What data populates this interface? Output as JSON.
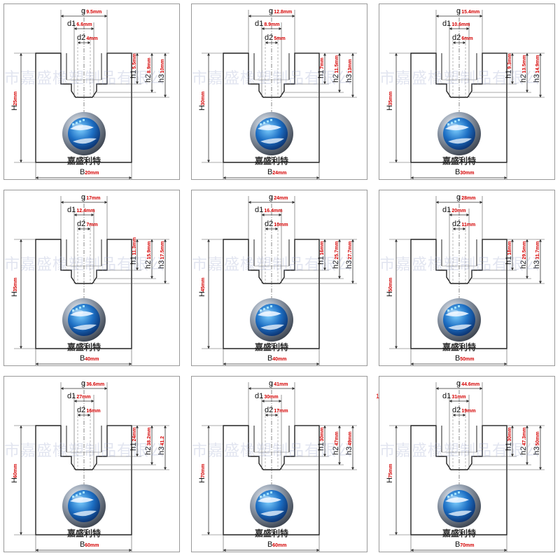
{
  "labels": {
    "g": "g",
    "d1": "d1",
    "d2": "d2",
    "h1": "h1",
    "h2": "h2",
    "h3": "h3",
    "H": "H",
    "B": "B"
  },
  "watermark": "市嘉盛橡塑制品有限公",
  "brand_text": "嘉盛利特",
  "logo_icon": "globe-logo-icon",
  "colors": {
    "value": "#d40000",
    "outline": "#222222",
    "dim": "#444444",
    "watermark": "#a0a8c8"
  },
  "stray_mark": "1",
  "panels": [
    {
      "g": "9.5mm",
      "d1": "6.6mm",
      "d2": "4mm",
      "h1": "5.5mm",
      "h2": "8.9mm",
      "h3": "10mm",
      "H": "25mm",
      "B": "20mm"
    },
    {
      "g": "12.8mm",
      "d1": "8.9mm",
      "d2": "5mm",
      "h1": "7mm",
      "h2": "11.5mm",
      "h3": "13mm",
      "H": "30mm",
      "B": "24mm"
    },
    {
      "g": "15.4mm",
      "d1": "10.6mm",
      "d2": "6mm",
      "h1": "9.3mm",
      "h2": "13.5mm",
      "h3": "14.9mm",
      "H": "35mm",
      "B": "30mm"
    },
    {
      "g": "17mm",
      "d1": "12.4mm",
      "d2": "7mm",
      "h1": "11.3mm",
      "h2": "15.9mm",
      "h3": "17.5mm",
      "H": "35mm",
      "B": "40mm"
    },
    {
      "g": "24mm",
      "d1": "16.4mm",
      "d2": "10mm",
      "h1": "16mm",
      "h2": "25.7mm",
      "h3": "27.7mm",
      "H": "45mm",
      "B": "40mm"
    },
    {
      "g": "28mm",
      "d1": "20mm",
      "d2": "11mm",
      "h1": "18mm",
      "h2": "29.5mm",
      "h3": "31.7mm",
      "H": "50mm",
      "B": "50mm"
    },
    {
      "g": "36.6mm",
      "d1": "27mm",
      "d2": "16mm",
      "h1": "24mm",
      "h2": "38.2mm",
      "h3": "41.2",
      "H": "60mm",
      "B": "60mm"
    },
    {
      "g": "41mm",
      "d1": "30mm",
      "d2": "17mm",
      "h1": "30mm",
      "h2": "47mm",
      "h3": "49mm",
      "H": "70mm",
      "B": "60mm"
    },
    {
      "g": "44.6mm",
      "d1": "31mm",
      "d2": "19mm",
      "h1": "30mm",
      "h2": "47.3mm",
      "h3": "50mm",
      "H": "75mm",
      "B": "70mm"
    }
  ]
}
